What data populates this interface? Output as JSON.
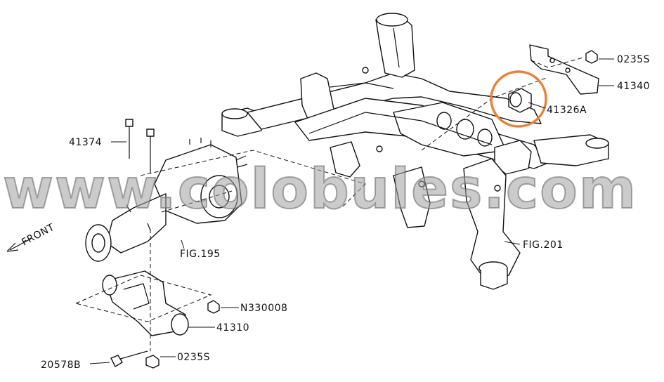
{
  "callouts": {
    "part_41374": "41374",
    "part_0235s_top": "0235S",
    "part_41340": "41340",
    "part_41326a": "41326A",
    "front": "FRONT",
    "fig_195": "FIG.195",
    "fig_201": "FIG.201",
    "part_n330008": "N330008",
    "part_41310": "41310",
    "part_20578b": "20578B",
    "part_0235s_bottom": "0235S"
  },
  "watermark": "www.colobules.com",
  "highlight": {
    "part": "41326A",
    "color": "#e8823a"
  }
}
